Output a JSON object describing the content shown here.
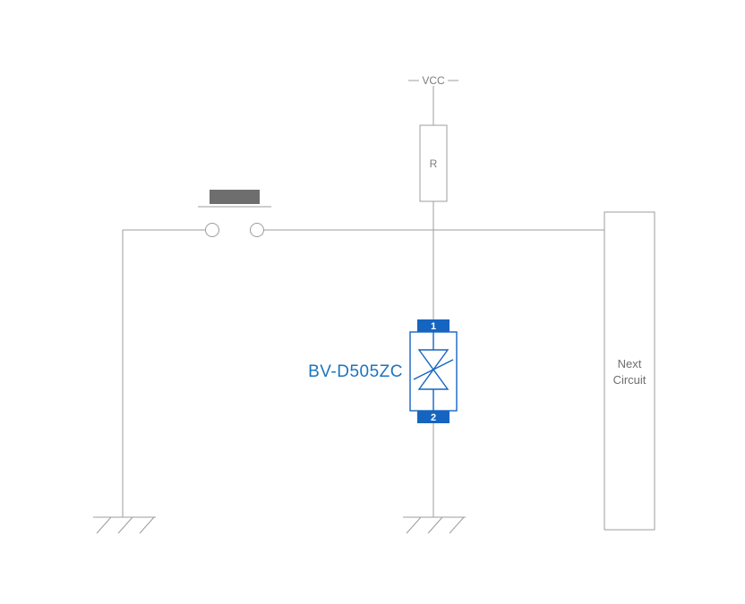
{
  "schematic": {
    "power_label": "VCC",
    "resistor_label": "R",
    "esd_device": {
      "name": "BV-D505ZC",
      "pin_top": "1",
      "pin_bottom": "2"
    },
    "next_circuit": {
      "line1": "Next",
      "line2": "Circuit"
    },
    "colors": {
      "wire": "#9c9c9c",
      "label_text": "#7d7d7d",
      "component_blue": "#1565c0",
      "component_label_blue": "#1e73be",
      "button_fill": "#6e6e6e",
      "pin_text": "#ffffff",
      "background": "#ffffff"
    }
  }
}
